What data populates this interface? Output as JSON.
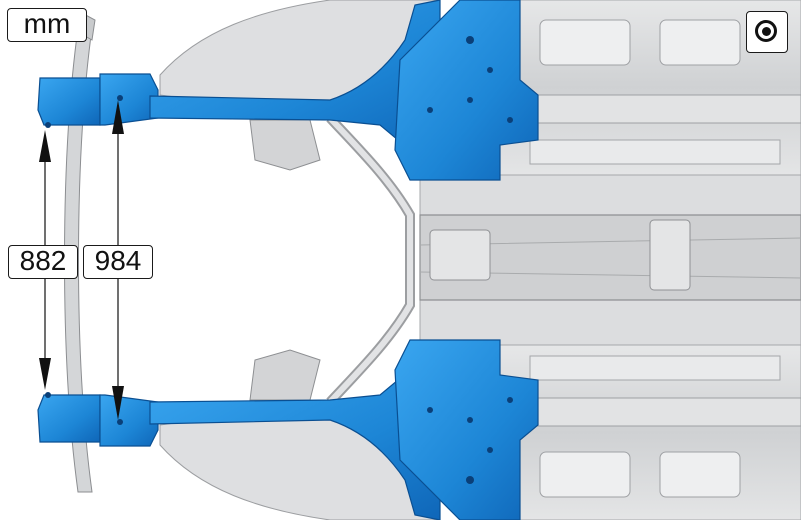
{
  "unit": "mm",
  "dimensions": [
    {
      "id": "inner_width",
      "value": "882"
    },
    {
      "id": "outer_width",
      "value": "984"
    }
  ],
  "view_icon": "view-from-above-icon",
  "colors": {
    "highlight": "#1f8fe0",
    "highlight_dark": "#0b5fae",
    "structure": "#d9dadc",
    "structure_line": "#9a9c9f",
    "dimension_line": "#111111"
  }
}
